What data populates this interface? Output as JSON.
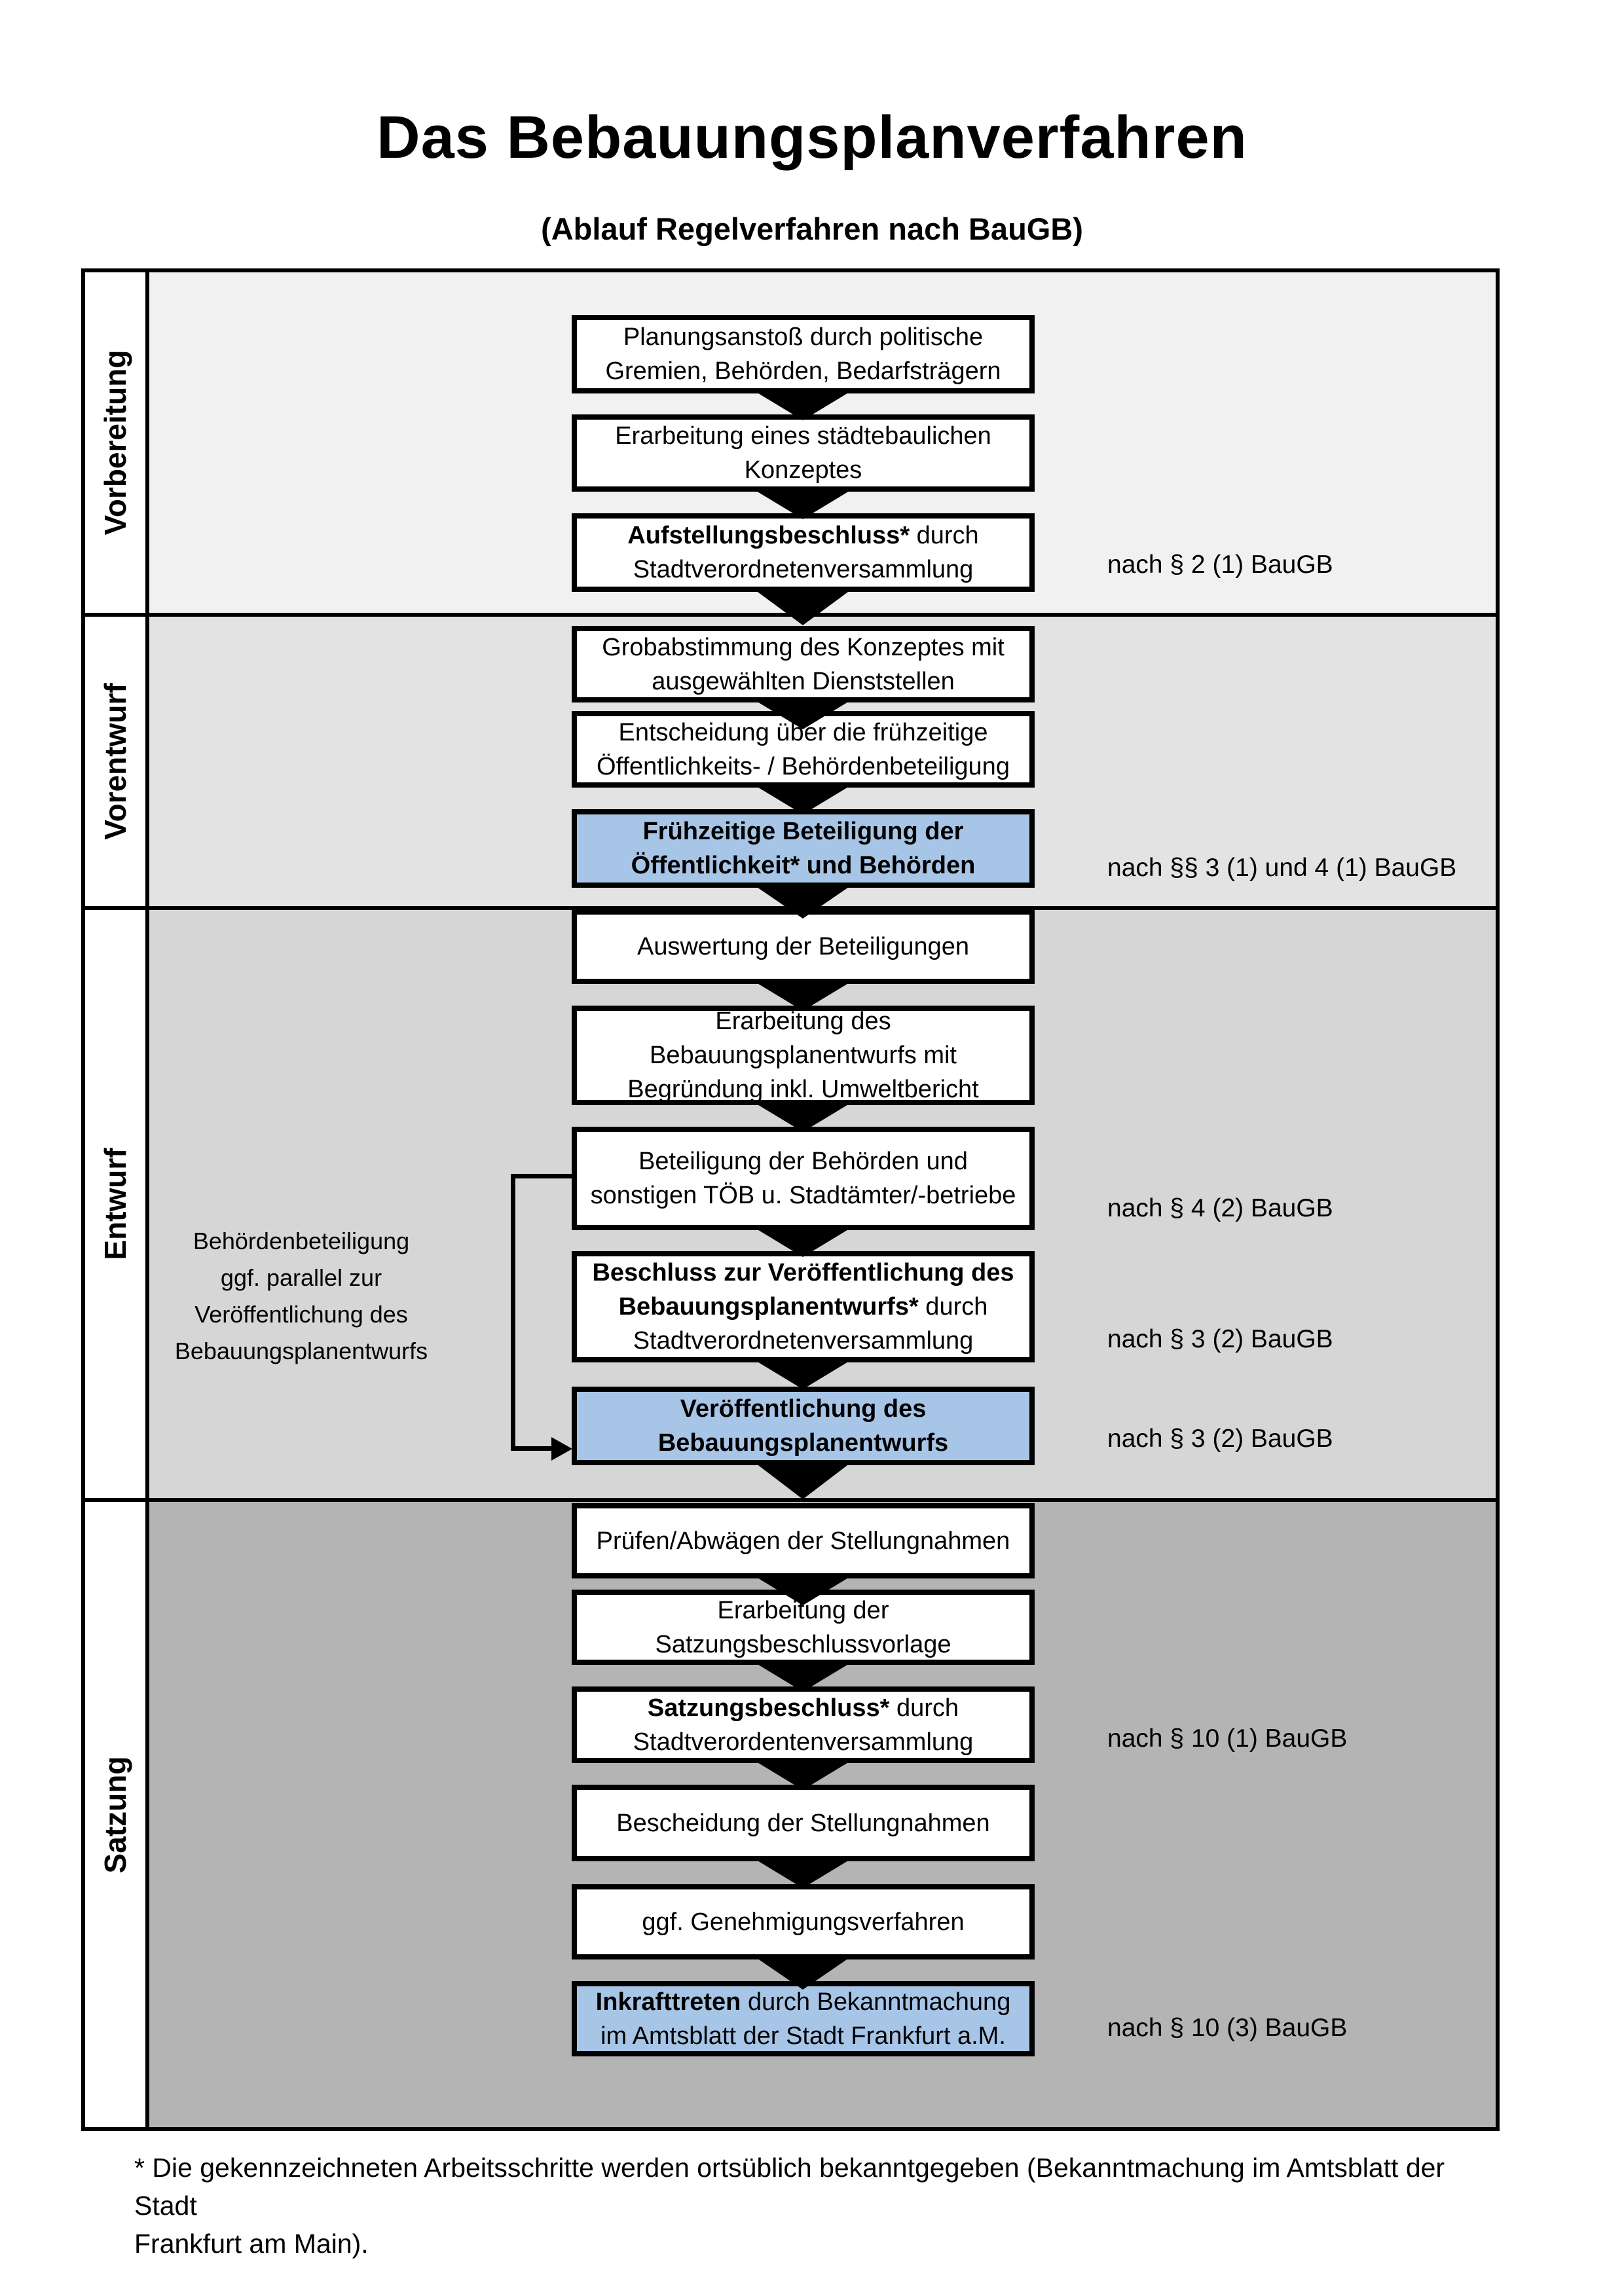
{
  "title": "Das Bebauungsplanverfahren",
  "subtitle": "(Ablauf Regelverfahren nach BauGB)",
  "phases": [
    {
      "label": "Vorbereitung"
    },
    {
      "label": "Vorentwurf"
    },
    {
      "label": "Entwurf"
    },
    {
      "label": "Satzung"
    }
  ],
  "boxes": [
    {
      "text": "Planungsanstoß durch politische\nGremien, Behörden, Bedarfsträgern"
    },
    {
      "text": "Erarbeitung eines städtebaulichen\nKonzeptes"
    },
    {
      "bold": "Aufstellungsbeschluss*",
      "rest": " durch\nStadtverordnetenversammlung",
      "ref": "nach § 2 (1) BauGB"
    },
    {
      "text": "Grobabstimmung des Konzeptes mit\nausgewählten Dienststellen"
    },
    {
      "text": "Entscheidung über die frühzeitige\nÖffentlichkeits- / Behördenbeteiligung"
    },
    {
      "bold": "Frühzeitige Beteiligung der\nÖffentlichkeit* und Behörden",
      "ref": "nach §§ 3 (1) und 4 (1) BauGB"
    },
    {
      "text": "Auswertung der Beteiligungen"
    },
    {
      "text": "Erarbeitung des\nBebauungsplanentwurfs mit\nBegründung inkl. Umweltbericht"
    },
    {
      "text": "Beteiligung der Behörden und\nsonstigen TÖB u. Stadtämter/-betriebe",
      "ref": "nach § 4 (2) BauGB"
    },
    {
      "bold": "Beschluss zur Veröffentlichung des\nBebauungsplanentwurfs*",
      "rest": " durch\nStadtverordnetenversammlung",
      "ref": "nach § 3 (2) BauGB"
    },
    {
      "bold": "Veröffentlichung des\nBebauungsplanentwurfs",
      "ref": "nach § 3 (2) BauGB"
    },
    {
      "text": "Prüfen/Abwägen der Stellungnahmen"
    },
    {
      "text": "Erarbeitung der\nSatzungsbeschlussvorlage"
    },
    {
      "bold": "Satzungsbeschluss*",
      "rest": " durch\nStadtverordentenversammlung",
      "ref": "nach § 10 (1) BauGB"
    },
    {
      "text": "Bescheidung der Stellungnahmen"
    },
    {
      "text": "ggf. Genehmigungsverfahren"
    },
    {
      "bold": "Inkrafttreten",
      "rest": " durch Bekanntmachung\nim Amtsblatt der Stadt Frankfurt a.M.",
      "ref": "nach § 10 (3) BauGB"
    }
  ],
  "side_note": "Behördenbeteiligung\nggf. parallel zur\nVeröffentlichung des\nBebauungsplanentwurfs",
  "footnote": "* Die gekennzeichneten Arbeitsschritte werden ortsüblich bekanntgegeben (Bekanntmachung im Amtsblatt  der Stadt\nFrankfurt am Main).",
  "colors": {
    "highlight": "#a7c5e7",
    "band_vorbereitung": "#f1f1f1",
    "band_vorentwurf": "#e3e3e3",
    "band_entwurf": "#d6d6d6",
    "band_satzung": "#b4b4b4"
  }
}
